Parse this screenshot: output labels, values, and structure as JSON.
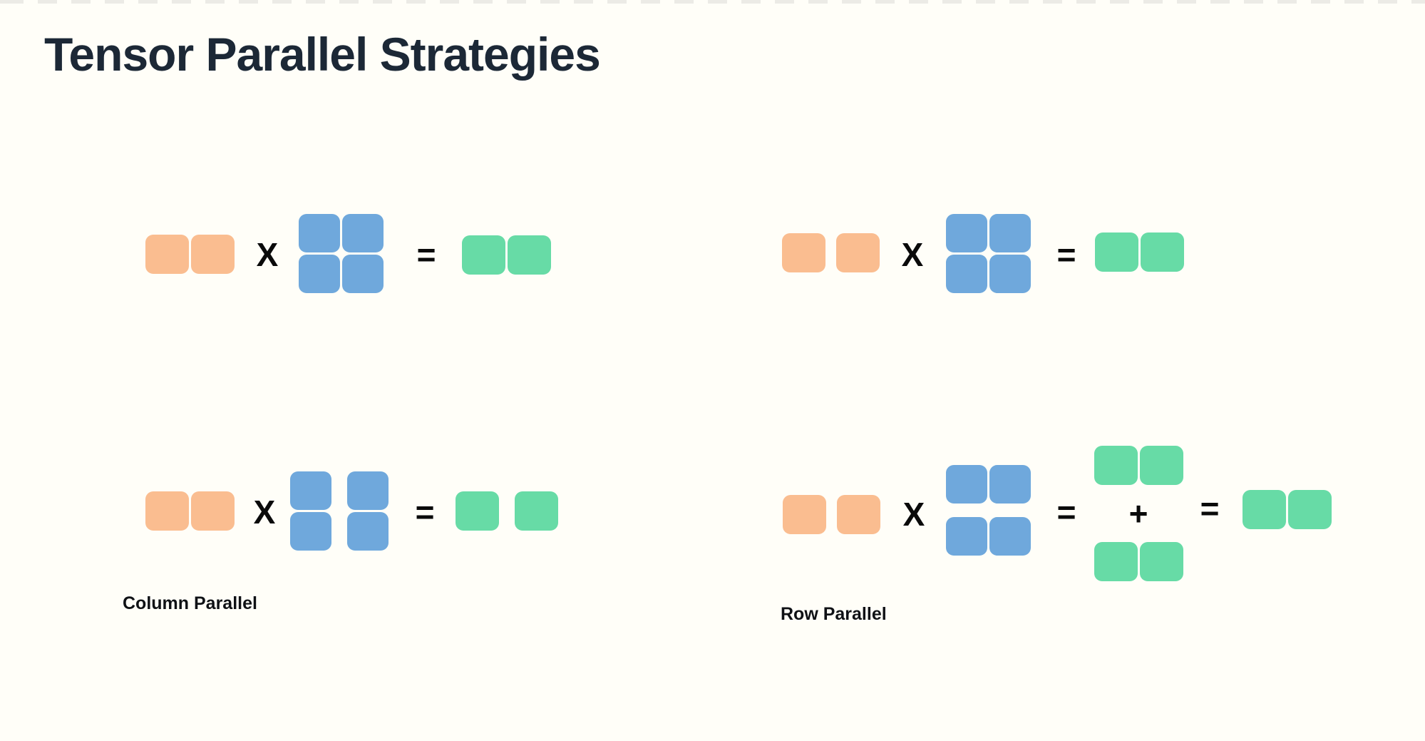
{
  "title": "Tensor Parallel Strategies",
  "operators": {
    "multiply": "X",
    "equals": "=",
    "plus": "+"
  },
  "labels": {
    "column_parallel": "Column Parallel",
    "row_parallel": "Row Parallel"
  },
  "colors": {
    "background": "#FFFEF8",
    "top_dash": "#ECEBE6",
    "title_text": "#1C2836",
    "label_text": "#0F1115",
    "operator_text": "#0A0A0A",
    "input_block": "#FABD90",
    "weight_block": "#6FA8DC",
    "output_block": "#67DBA6"
  }
}
